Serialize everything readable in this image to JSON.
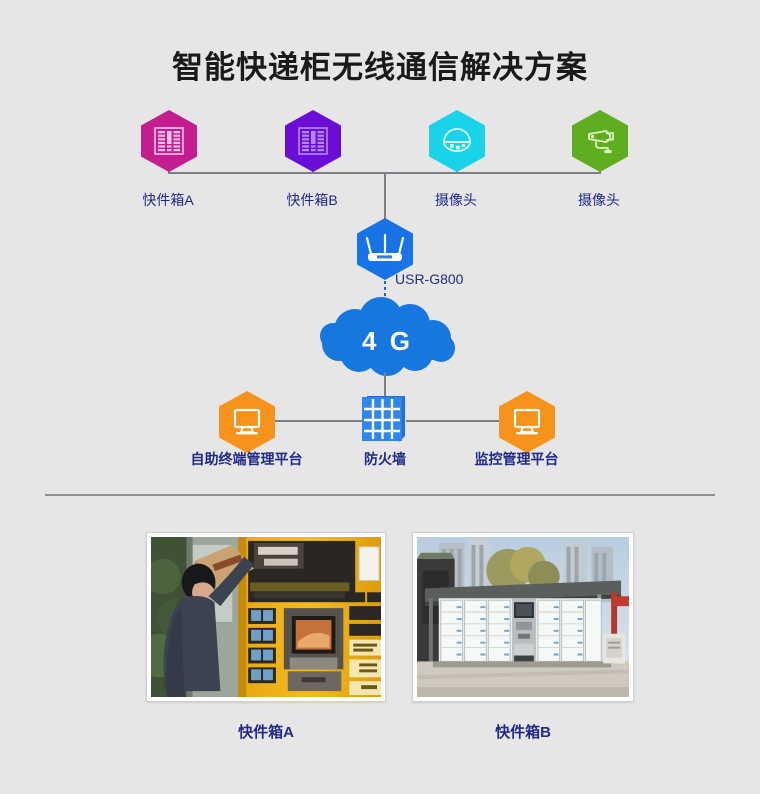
{
  "page": {
    "background_color": "#e6e6e6",
    "title": "智能快递柜无线通信解决方案"
  },
  "diagram": {
    "top_nodes": [
      {
        "id": "locker-a",
        "label": "快件箱A",
        "icon": "parcel-locker-icon",
        "hex_color": "#c41d8f",
        "icon_color": "#f7b8e0"
      },
      {
        "id": "locker-b",
        "label": "快件箱B",
        "icon": "parcel-locker-icon",
        "hex_color": "#6a0dd6",
        "icon_color": "#b48bff"
      },
      {
        "id": "camera-dome",
        "label": "摄像头",
        "icon": "dome-camera-icon",
        "hex_color": "#19d3e8",
        "icon_color": "#c8f7fc"
      },
      {
        "id": "camera-bullet",
        "label": "摄像头",
        "icon": "bullet-camera-icon",
        "hex_color": "#5fae20",
        "icon_color": "#d5f0b8"
      }
    ],
    "router": {
      "id": "usr-g800",
      "label": "USR-G800",
      "icon": "wireless-router-icon",
      "hex_color": "#1773e6",
      "brand_text": "USR-G800"
    },
    "cloud": {
      "id": "network-cloud",
      "label": "4 G",
      "icon": "cloud-icon",
      "color": "#1677e0"
    },
    "bottom_nodes": [
      {
        "id": "terminal-platform",
        "label": "自助终端管理平台",
        "icon": "monitor-icon",
        "hex_color": "#f7931a",
        "icon_color": "#ffffff"
      },
      {
        "id": "firewall",
        "label": "防火墙",
        "icon": "firewall-brick-icon",
        "hex_color": "#1565d8",
        "icon_color": "#ffffff"
      },
      {
        "id": "surveillance-platform",
        "label": "监控管理平台",
        "icon": "monitor-icon",
        "hex_color": "#f7931a",
        "icon_color": "#ffffff"
      }
    ],
    "line_color": "#7b7f85",
    "dotted_line_color": "#1565d8",
    "label_color": "#1f2a8a"
  },
  "gallery": {
    "items": [
      {
        "id": "photo-locker-a",
        "caption": "快件箱A",
        "alt": "person placing a parcel into a yellow smart parcel locker"
      },
      {
        "id": "photo-locker-b",
        "caption": "快件箱B",
        "alt": "outdoor covered smart parcel locker station with white cabinets"
      }
    ]
  }
}
